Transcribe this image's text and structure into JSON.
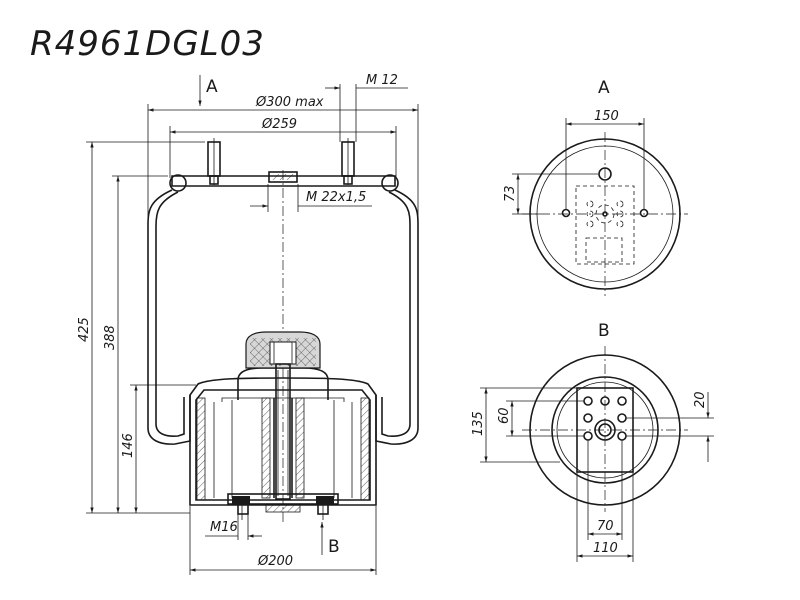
{
  "title": "R4961DGL03",
  "views": {
    "arrow_a": "A",
    "arrow_b": "B",
    "top_view_label": "A",
    "bottom_view_label": "B"
  },
  "dimensions": {
    "d300": "Ø300 max",
    "d259": "Ø259",
    "m12": "M 12",
    "m22": "M 22x1,5",
    "h425": "425",
    "h388": "388",
    "h146": "146",
    "m16": "M16",
    "d200": "Ø200",
    "a150": "150",
    "a73": "73",
    "b135": "135",
    "b60": "60",
    "b20": "20",
    "b70": "70",
    "b110": "110"
  }
}
